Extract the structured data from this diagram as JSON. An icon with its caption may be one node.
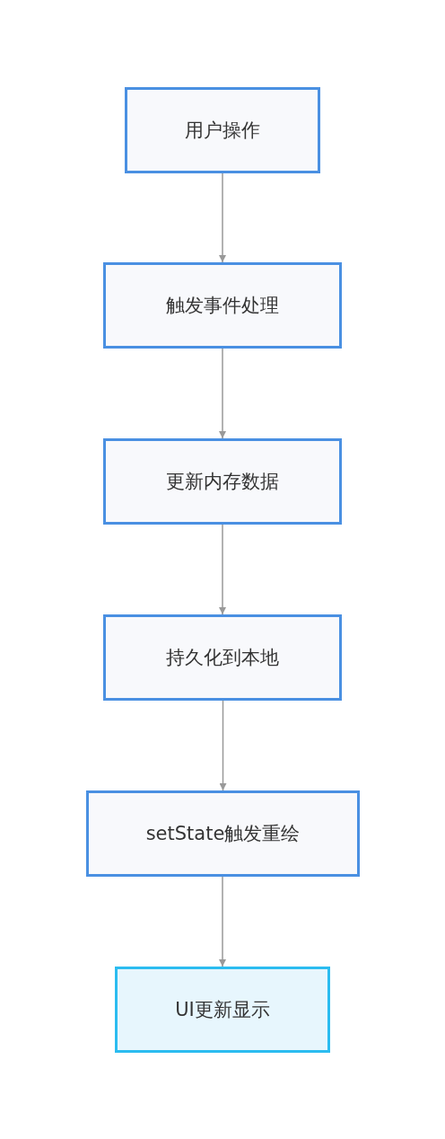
{
  "diagram": {
    "nodes": [
      {
        "text": [
          "用户操作"
        ]
      },
      {
        "text": [
          "触发事件处理"
        ]
      },
      {
        "text": [
          "更新内存数据"
        ]
      },
      {
        "text": [
          "持久化到本地"
        ]
      },
      {
        "text": [
          "setState触发重绘"
        ]
      },
      {
        "text": [
          "UI更新显示"
        ]
      }
    ],
    "edges": [
      {
        "from": 0,
        "to": 1,
        "arrow": "to"
      },
      {
        "from": 1,
        "to": 2,
        "arrow": "to"
      },
      {
        "from": 2,
        "to": 3,
        "arrow": "to"
      },
      {
        "from": 3,
        "to": 4,
        "arrow": "to"
      },
      {
        "from": 4,
        "to": 5,
        "arrow": "to"
      }
    ]
  }
}
